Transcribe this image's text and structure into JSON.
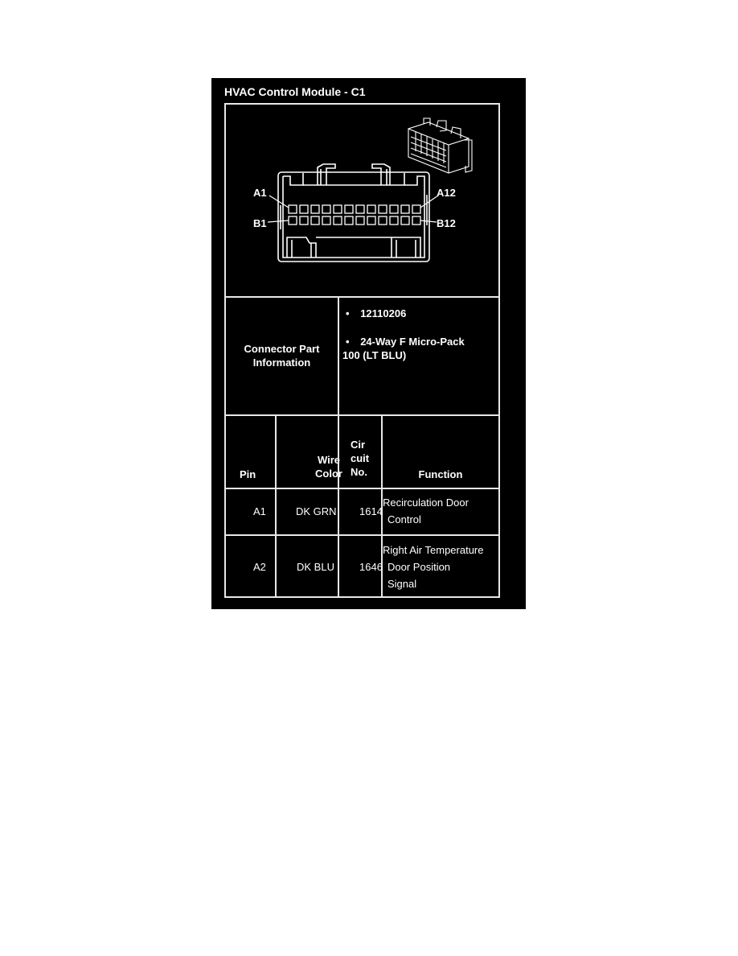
{
  "title": "HVAC Control Module - C1",
  "diagram": {
    "labels": {
      "a1": "A1",
      "a12": "A12",
      "b1": "B1",
      "b12": "B12"
    },
    "pin_rows": 2,
    "pins_per_row": 12
  },
  "connector_info": {
    "label_line1": "Connector Part",
    "label_line2": "Information",
    "bullet": "•",
    "part_number": "12110206",
    "description_line1": "24-Way F Micro-Pack",
    "description_line2": "100 (LT BLU)"
  },
  "table": {
    "headers": {
      "pin": "Pin",
      "wire_color_line1": "Wire",
      "wire_color_line2": "Color",
      "circuit_line1": "Cir",
      "circuit_line2": "cuit",
      "circuit_line3": "No.",
      "function": "Function"
    },
    "rows": [
      {
        "pin": "A1",
        "wire_color": "DK GRN",
        "circuit": "1614",
        "function_line1": "Recirculation Door",
        "function_line2": "Control",
        "function_line3": ""
      },
      {
        "pin": "A2",
        "wire_color": "DK BLU",
        "circuit": "1646",
        "function_line1": "Right Air Temperature",
        "function_line2": "Door Position",
        "function_line3": "Signal"
      }
    ]
  }
}
